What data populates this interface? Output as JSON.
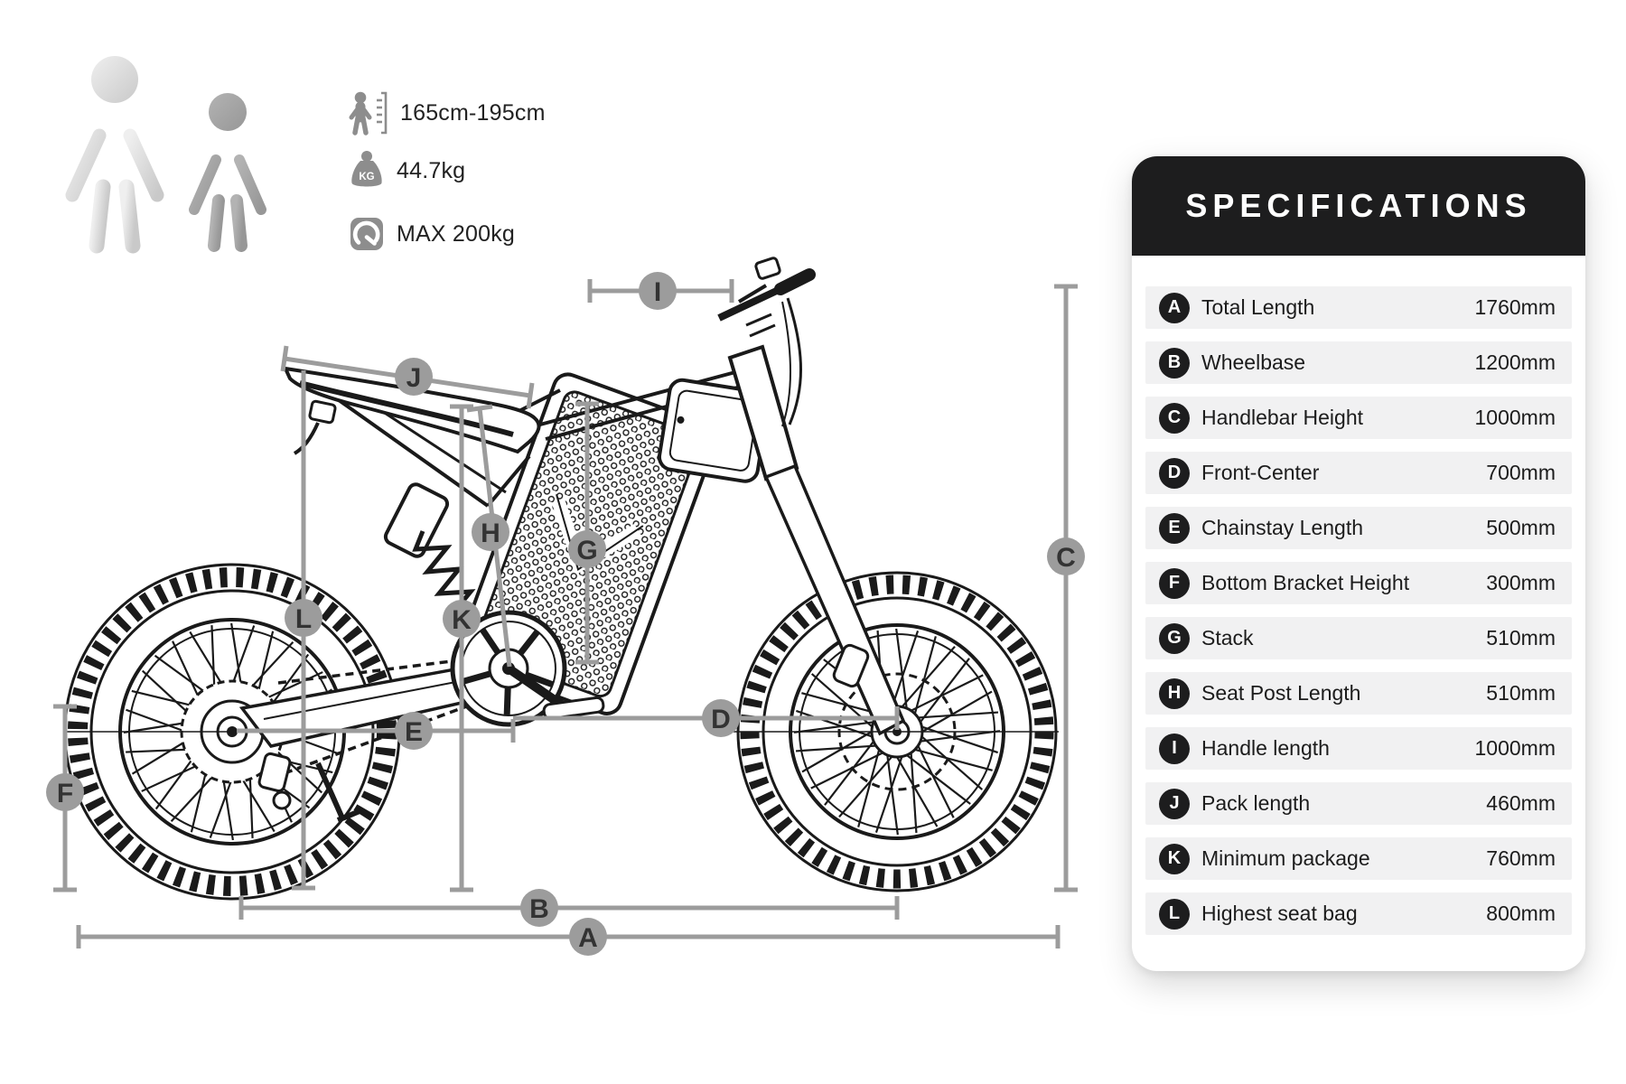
{
  "rider": {
    "height_range": "165cm-195cm",
    "weight": "44.7kg",
    "max_load": "MAX 200kg",
    "kg_badge": "KG"
  },
  "panel": {
    "title": "SPECIFICATIONS",
    "rows": [
      {
        "badge": "A",
        "label": "Total Length",
        "value": "1760mm"
      },
      {
        "badge": "B",
        "label": "Wheelbase",
        "value": "1200mm"
      },
      {
        "badge": "C",
        "label": "Handlebar Height",
        "value": "1000mm"
      },
      {
        "badge": "D",
        "label": "Front-Center",
        "value": "700mm"
      },
      {
        "badge": "E",
        "label": "Chainstay Length",
        "value": "500mm"
      },
      {
        "badge": "F",
        "label": "Bottom Bracket Height",
        "value": "300mm"
      },
      {
        "badge": "G",
        "label": "Stack",
        "value": "510mm"
      },
      {
        "badge": "H",
        "label": "Seat Post Length",
        "value": "510mm"
      },
      {
        "badge": "I",
        "label": "Handle length",
        "value": "1000mm"
      },
      {
        "badge": "J",
        "label": "Pack length",
        "value": "460mm"
      },
      {
        "badge": "K",
        "label": "Minimum package",
        "value": "760mm"
      },
      {
        "badge": "L",
        "label": "Highest seat bag",
        "value": "800mm"
      }
    ]
  },
  "colors": {
    "line_art": "#1a1a1a",
    "dimension_gray": "#9c9c9c",
    "panel_dark": "#1d1d1e",
    "row_bg": "#f1f1f2",
    "icon_gray": "#8d8d8d",
    "silhouette_light": "#d8d8d8",
    "silhouette_dark": "#a4a4a4"
  },
  "icons": {
    "height_icon": "person-with-height-ruler",
    "weight_icon": "kettlebell-kg",
    "max_load_icon": "gauge-speedometer"
  }
}
